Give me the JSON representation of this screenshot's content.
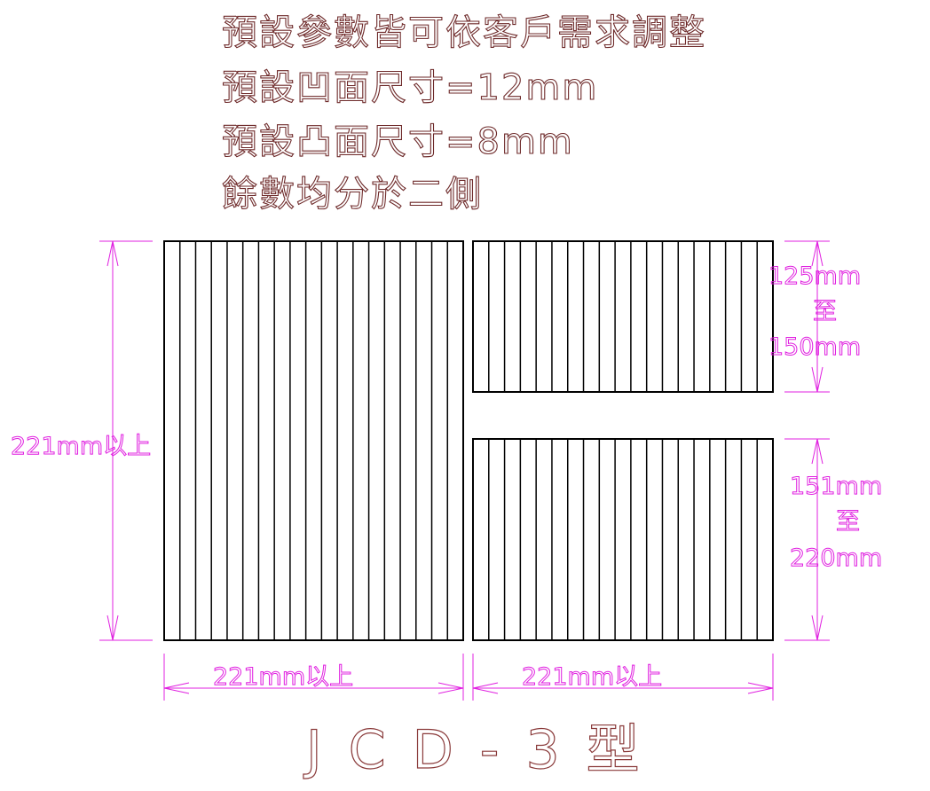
{
  "notes": {
    "line1": "預設參數皆可依客戶需求調整",
    "line2": "預設凹面尺寸=12mm",
    "line3": "預設凸面尺寸=8mm",
    "line4": "餘數均分於二側"
  },
  "dimensions": {
    "left_height": "221mm以上",
    "left_width": "221mm以上",
    "right_width": "221mm以上",
    "top_right_min": "125mm",
    "top_right_sep": "至",
    "top_right_max": "150mm",
    "bottom_right_min": "151mm",
    "bottom_right_sep": "至",
    "bottom_right_max": "220mm"
  },
  "model_label": "JCD-3型",
  "colors": {
    "note_text": "#6e2a2a",
    "dimension": "#e020e0",
    "panel_outline": "#000000"
  }
}
